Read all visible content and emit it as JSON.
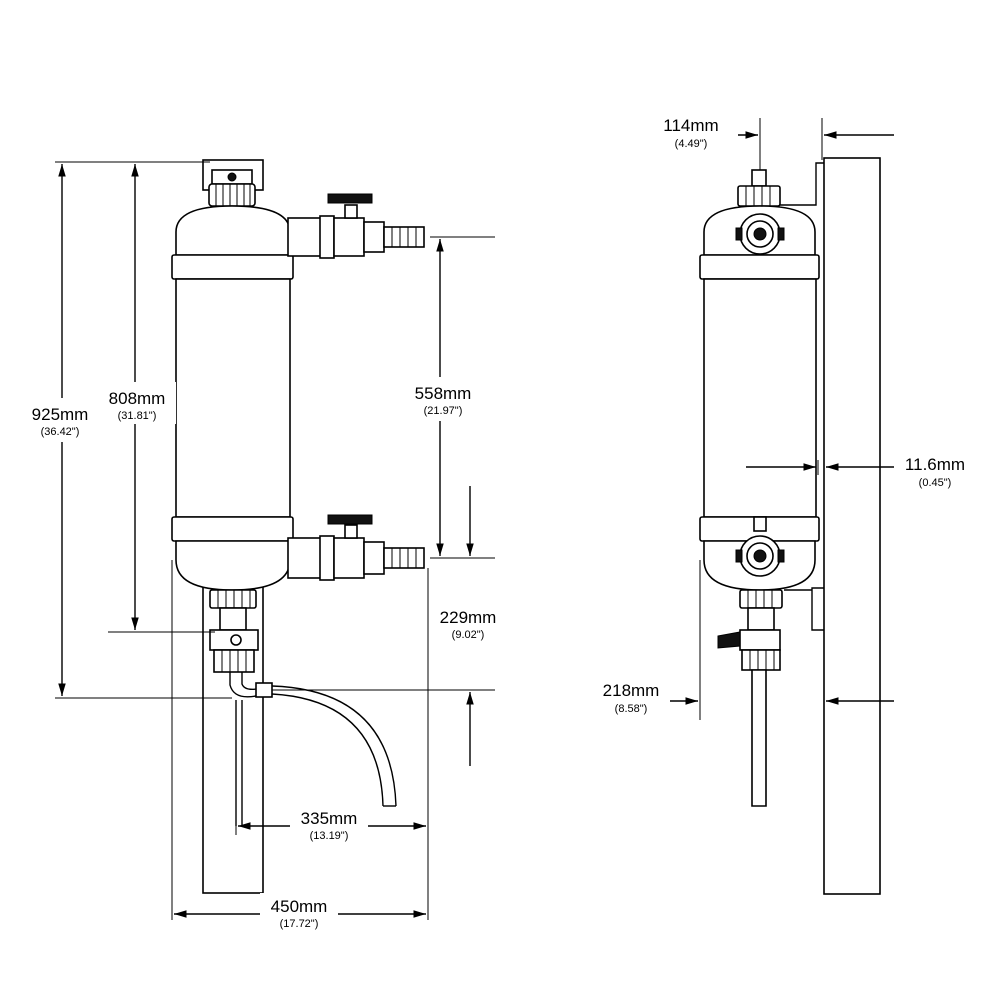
{
  "dimensions": {
    "height_overall": {
      "metric": "925mm",
      "imperial": "(36.42\")"
    },
    "height_body": {
      "metric": "808mm",
      "imperial": "(31.81\")"
    },
    "port_spacing": {
      "metric": "558mm",
      "imperial": "(21.97\")"
    },
    "port_to_drain": {
      "metric": "229mm",
      "imperial": "(9.02\")"
    },
    "drain_reach": {
      "metric": "335mm",
      "imperial": "(13.19\")"
    },
    "width_overall": {
      "metric": "450mm",
      "imperial": "(17.72\")"
    },
    "top_fitting": {
      "metric": "114mm",
      "imperial": "(4.49\")"
    },
    "wall_gap": {
      "metric": "11.6mm",
      "imperial": "(0.45\")"
    },
    "depth": {
      "metric": "218mm",
      "imperial": "(8.58\")"
    }
  },
  "colors": {
    "line": "#000000",
    "background": "#ffffff"
  }
}
